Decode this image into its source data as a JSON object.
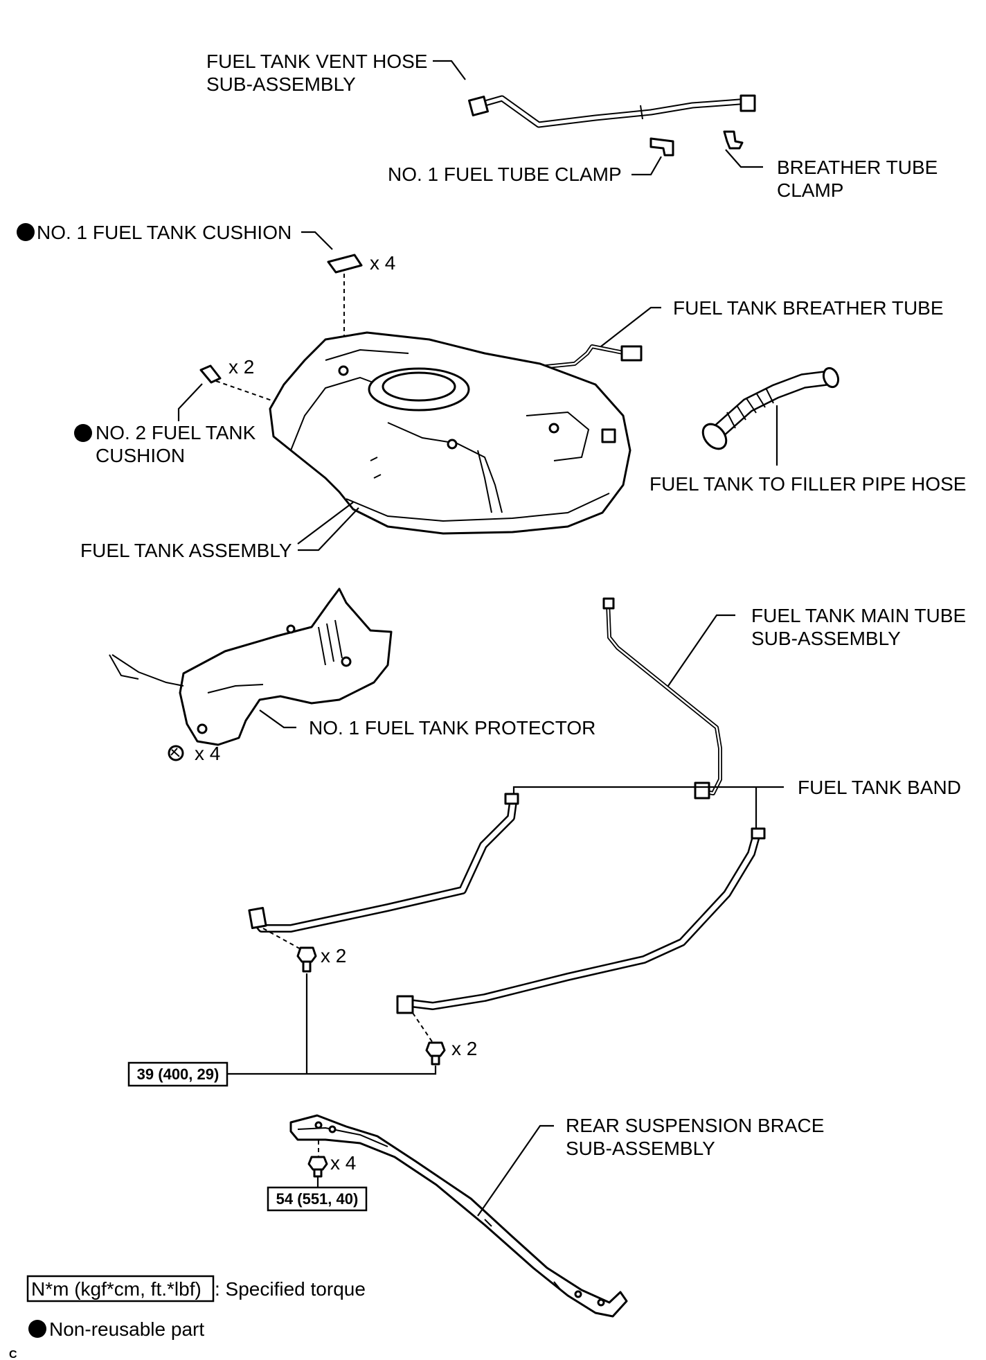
{
  "labels": {
    "vent_hose": [
      "FUEL TANK VENT HOSE",
      "SUB-ASSEMBLY"
    ],
    "tube_clamp": "NO. 1 FUEL TUBE CLAMP",
    "breather_clamp": [
      "BREATHER TUBE",
      "CLAMP"
    ],
    "cushion1": "NO. 1 FUEL TANK CUSHION",
    "breather_tube": "FUEL TANK BREATHER TUBE",
    "cushion2": [
      "NO. 2 FUEL TANK",
      "CUSHION"
    ],
    "filler_hose": "FUEL TANK TO FILLER PIPE HOSE",
    "tank_assembly": "FUEL TANK ASSEMBLY",
    "main_tube": [
      "FUEL TANK MAIN TUBE",
      "SUB-ASSEMBLY"
    ],
    "protector": "NO. 1 FUEL TANK PROTECTOR",
    "tank_band": "FUEL TANK BAND",
    "brace": [
      "REAR SUSPENSION BRACE",
      "SUB-ASSEMBLY"
    ]
  },
  "quantities": {
    "cushion1": "x 4",
    "cushion2": "x 2",
    "protector_clips": "x 4",
    "band_bolt_left": "x 2",
    "band_bolt_right": "x 2",
    "brace_bolts": "x 4"
  },
  "torques": {
    "band_bolts": "39 (400, 29)",
    "brace_bolts": "54 (551, 40)"
  },
  "legend": {
    "torque_box": "N*m (kgf*cm, ft.*lbf)",
    "torque_text": ": Specified torque",
    "non_reusable": "Non-reusable part"
  },
  "corner_code": "C"
}
